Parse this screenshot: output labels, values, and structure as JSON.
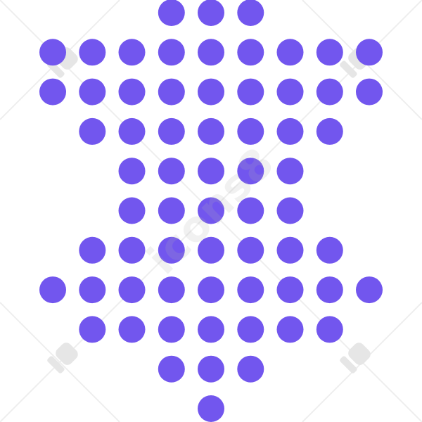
{
  "watermark": {
    "text": "icons8"
  },
  "colors": {
    "dot": "#7256EE",
    "background": "#FFFFFF",
    "watermark_lines": "#EEEEEE",
    "watermark_logo": "#E6E6E6"
  },
  "icons": {
    "watermark_logo": "icons8-logo-icon"
  },
  "pattern": {
    "rows": [
      [
        4,
        5,
        6
      ],
      [
        1,
        2,
        3,
        4,
        5,
        6,
        7,
        8,
        9
      ],
      [
        1,
        2,
        3,
        4,
        5,
        6,
        7,
        8,
        9
      ],
      [
        2,
        3,
        4,
        5,
        6,
        7,
        8
      ],
      [
        3,
        4,
        5,
        6,
        7
      ],
      [
        3,
        4,
        5,
        6,
        7
      ],
      [
        2,
        3,
        4,
        5,
        6,
        7,
        8
      ],
      [
        1,
        2,
        3,
        4,
        5,
        6,
        7,
        8,
        9
      ],
      [
        2,
        3,
        4,
        5,
        6,
        7,
        8
      ],
      [
        4,
        5,
        6
      ],
      [
        5
      ]
    ]
  }
}
